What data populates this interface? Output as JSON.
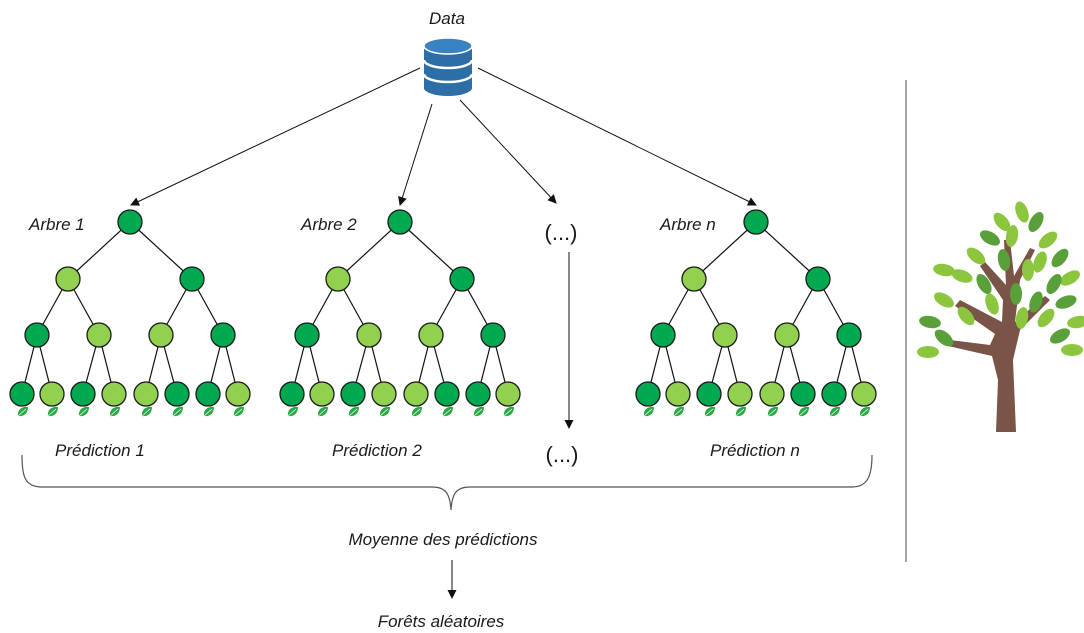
{
  "data_label": "Data",
  "trees": [
    {
      "title": "Arbre 1",
      "prediction": "Prédiction 1"
    },
    {
      "title": "Arbre 2",
      "prediction": "Prédiction 2"
    },
    {
      "title": "Arbre n",
      "prediction": "Prédiction n"
    }
  ],
  "ellipsis_top": "(...)",
  "ellipsis_bottom": "(...)",
  "average_label": "Moyenne des prédictions",
  "result_label": "Forêts aléatoires",
  "colors": {
    "database": "#2e6ea6",
    "node_dark": "#00a94f",
    "node_light": "#92d050",
    "leaf": "#2aa845",
    "trunk": "#7a5446",
    "divider": "#a6a6a6"
  },
  "icons": [
    "database-icon",
    "leaf-icon",
    "tree-illustration-icon"
  ]
}
